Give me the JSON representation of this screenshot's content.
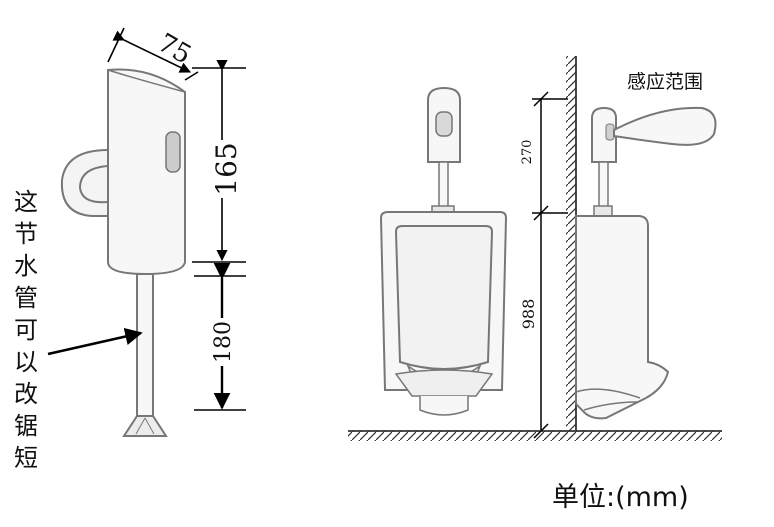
{
  "dimensions": {
    "width": "75",
    "height": "165",
    "pipe_length": "180",
    "mount_height_top": "270",
    "mount_height_bottom": "988"
  },
  "pipe_note": [
    "这",
    "节",
    "水",
    "管",
    "可",
    "以",
    "改",
    "锯",
    "短"
  ],
  "sensor_label": "感应范围",
  "unit_label": "单位:(mm)"
}
